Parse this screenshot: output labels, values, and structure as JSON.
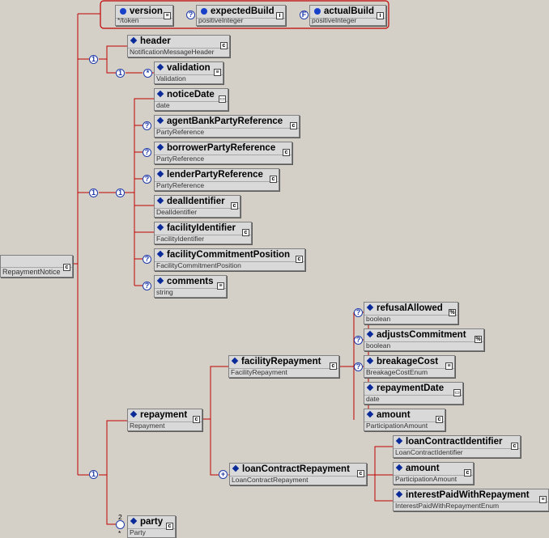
{
  "attributes": [
    {
      "name": "version",
      "type": "*/token",
      "badge": "≡"
    },
    {
      "name": "expectedBuild",
      "type": "positiveInteger",
      "badge": "i",
      "prefix": "?"
    },
    {
      "name": "actualBuild",
      "type": "positiveInteger",
      "badge": "i",
      "prefix": "F"
    }
  ],
  "root": {
    "name": "RepaymentNotice",
    "badge": "c"
  },
  "nodes": {
    "header": {
      "name": "header",
      "type": "NotificationMessageHeader",
      "badge": "c"
    },
    "validation": {
      "name": "validation",
      "type": "Validation",
      "badge": "≡"
    },
    "noticeDate": {
      "name": "noticeDate",
      "type": "date",
      "badge": "▭"
    },
    "agentBank": {
      "name": "agentBankPartyReference",
      "type": "PartyReference",
      "badge": "c"
    },
    "borrower": {
      "name": "borrowerPartyReference",
      "type": "PartyReference",
      "badge": "c"
    },
    "lender": {
      "name": "lenderPartyReference",
      "type": "PartyReference",
      "badge": "c"
    },
    "dealId": {
      "name": "dealIdentifier",
      "type": "DealIdentifier",
      "badge": "c"
    },
    "facilityId": {
      "name": "facilityIdentifier",
      "type": "FacilityIdentifier",
      "badge": "c"
    },
    "facilityCommit": {
      "name": "facilityCommitmentPosition",
      "type": "FacilityCommitmentPosition",
      "badge": "c"
    },
    "comments": {
      "name": "comments",
      "type": "string",
      "badge": "≡"
    },
    "repayment": {
      "name": "repayment",
      "type": "Repayment",
      "badge": "c"
    },
    "party": {
      "name": "party",
      "type": "Party",
      "badge": "c"
    },
    "facilityRepayment": {
      "name": "facilityRepayment",
      "type": "FacilityRepayment",
      "badge": "c"
    },
    "loanContractRepayment": {
      "name": "loanContractRepayment",
      "type": "LoanContractRepayment",
      "badge": "c"
    },
    "refusalAllowed": {
      "name": "refusalAllowed",
      "type": "boolean",
      "badge": "%"
    },
    "adjustsCommitment": {
      "name": "adjustsCommitment",
      "type": "boolean",
      "badge": "%"
    },
    "breakageCost": {
      "name": "breakageCost",
      "type": "BreakageCostEnum",
      "badge": "≡"
    },
    "repaymentDate": {
      "name": "repaymentDate",
      "type": "date",
      "badge": "▭"
    },
    "amount1": {
      "name": "amount",
      "type": "ParticipationAmount",
      "badge": "c"
    },
    "loanContractIdentifier": {
      "name": "loanContractIdentifier",
      "type": "LoanContractIdentifier",
      "badge": "c"
    },
    "amount2": {
      "name": "amount",
      "type": "ParticipationAmount",
      "badge": "c"
    },
    "interestPaid": {
      "name": "interestPaidWithRepayment",
      "type": "InterestPaidWithRepaymentEnum",
      "badge": "≡"
    }
  },
  "connectors": {
    "one": "1",
    "many": "*",
    "optional": "?",
    "choice": "+"
  },
  "cardinality": {
    "party_top": "2",
    "party_bottom": "*"
  }
}
